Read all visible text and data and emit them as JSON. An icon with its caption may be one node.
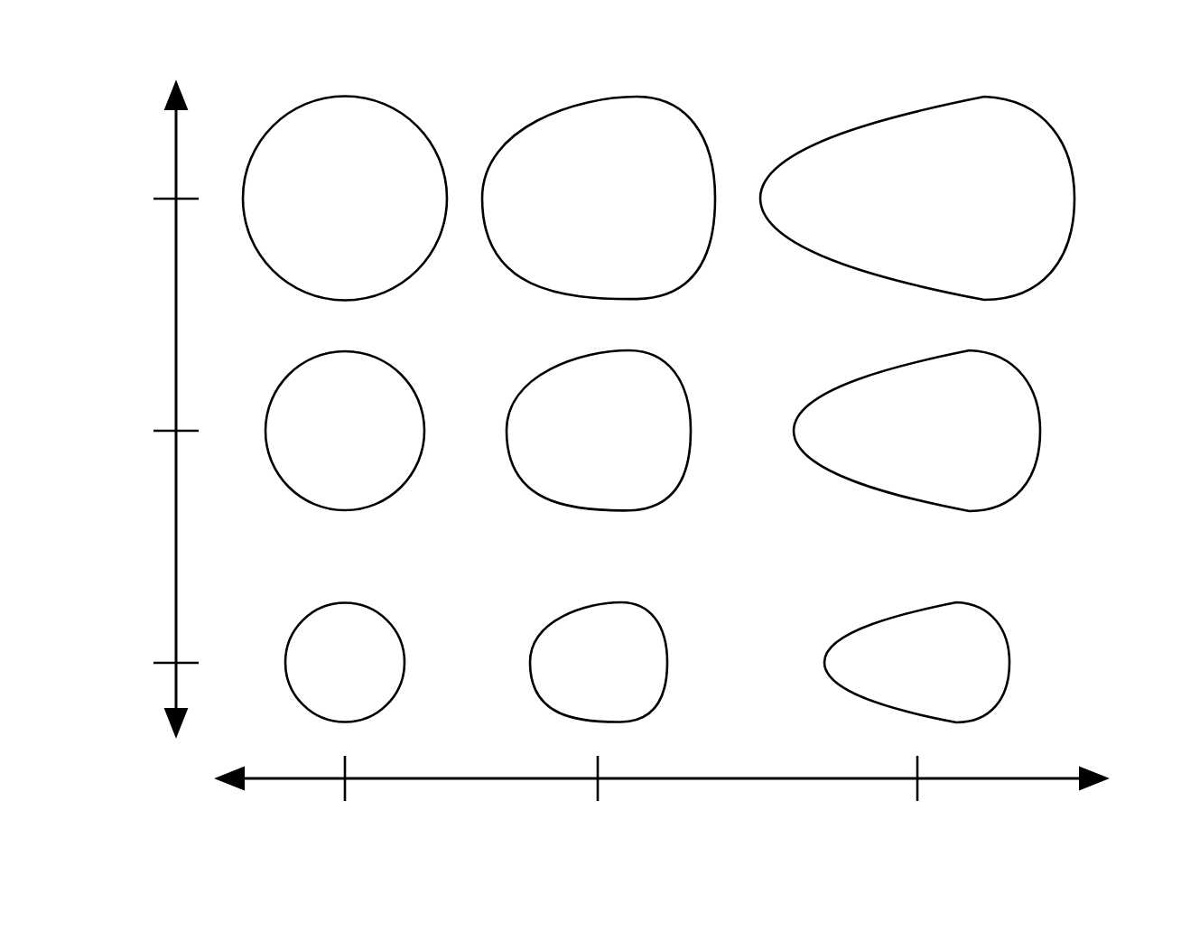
{
  "diagram": {
    "nodes": [
      {
        "text": [],
        "shape": "circle"
      },
      {
        "text": [],
        "shape": "egg"
      },
      {
        "text": [],
        "shape": "teardrop"
      },
      {
        "text": [],
        "shape": "circle"
      },
      {
        "text": [],
        "shape": "egg"
      },
      {
        "text": [],
        "shape": "teardrop"
      },
      {
        "text": [],
        "shape": "circle"
      },
      {
        "text": [],
        "shape": "egg"
      },
      {
        "text": [],
        "shape": "teardrop"
      }
    ]
  }
}
